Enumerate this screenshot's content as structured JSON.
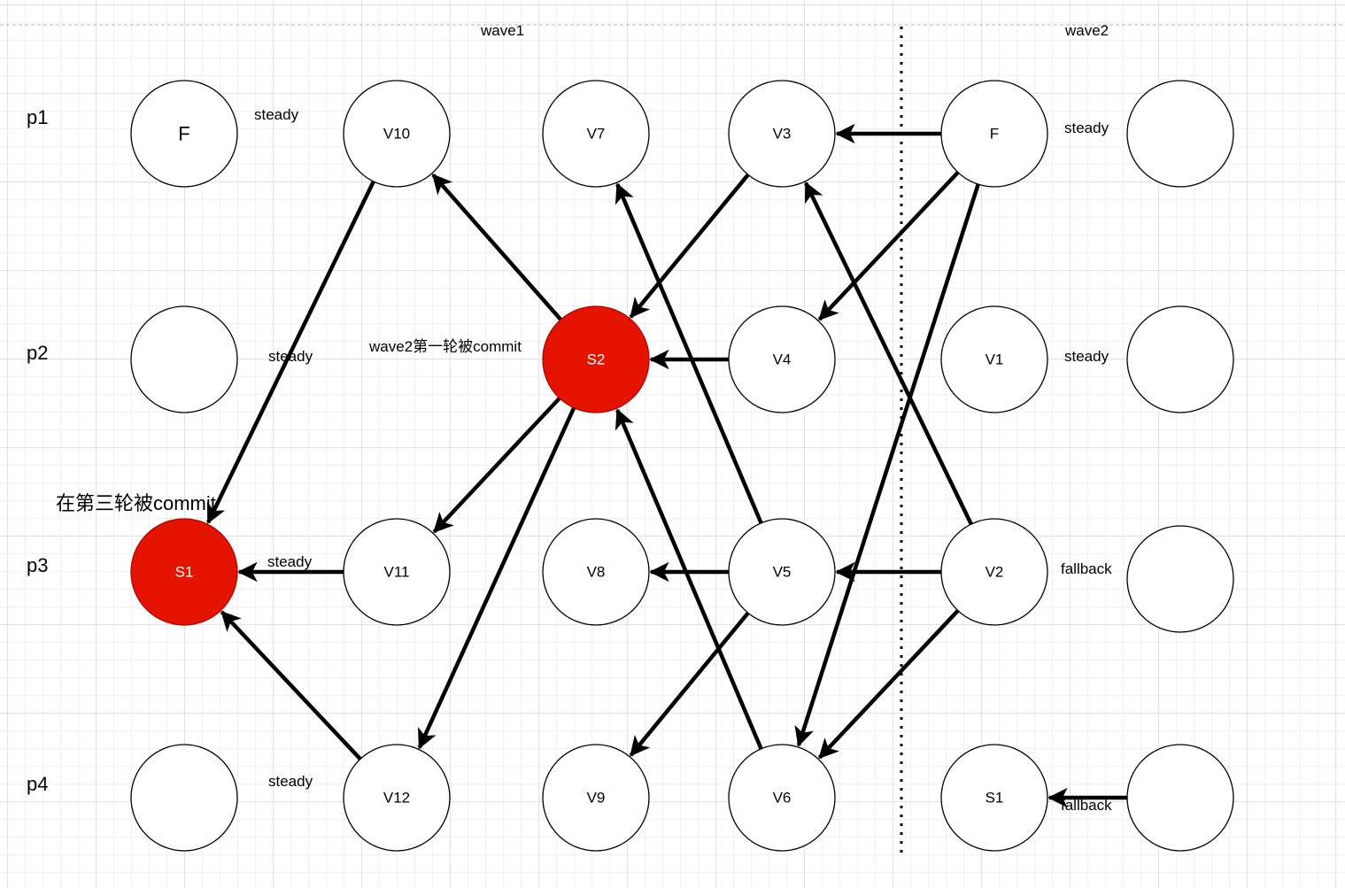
{
  "rows": [
    "p1",
    "p2",
    "p3",
    "p4"
  ],
  "waves": [
    "wave1",
    "wave2"
  ],
  "nodes": [
    {
      "id": "n0_0",
      "label": "F",
      "fill": "#ffffff"
    },
    {
      "id": "n0_1",
      "label": "",
      "fill": "#ffffff"
    },
    {
      "id": "n0_2",
      "label": "S1",
      "fill": "#e51400"
    },
    {
      "id": "n0_3",
      "label": "",
      "fill": "#ffffff"
    },
    {
      "id": "n1_0",
      "label": "V10",
      "fill": "#ffffff"
    },
    {
      "id": "n1_2",
      "label": "V11",
      "fill": "#ffffff"
    },
    {
      "id": "n1_3",
      "label": "V12",
      "fill": "#ffffff"
    },
    {
      "id": "n2_0",
      "label": "V7",
      "fill": "#ffffff"
    },
    {
      "id": "n2_1",
      "label": "S2",
      "fill": "#e51400"
    },
    {
      "id": "n2_2",
      "label": "V8",
      "fill": "#ffffff"
    },
    {
      "id": "n2_3",
      "label": "V9",
      "fill": "#ffffff"
    },
    {
      "id": "n3_0",
      "label": "V3",
      "fill": "#ffffff"
    },
    {
      "id": "n3_1",
      "label": "V4",
      "fill": "#ffffff"
    },
    {
      "id": "n3_2",
      "label": "V5",
      "fill": "#ffffff"
    },
    {
      "id": "n3_3",
      "label": "V6",
      "fill": "#ffffff"
    },
    {
      "id": "n4_0",
      "label": "F",
      "fill": "#ffffff"
    },
    {
      "id": "n4_1",
      "label": "V1",
      "fill": "#ffffff"
    },
    {
      "id": "n4_2",
      "label": "V2",
      "fill": "#ffffff"
    },
    {
      "id": "n4_3",
      "label": "S1",
      "fill": "#ffffff"
    },
    {
      "id": "n5_0",
      "label": "",
      "fill": "#ffffff"
    },
    {
      "id": "n5_1",
      "label": "",
      "fill": "#ffffff"
    },
    {
      "id": "n5_2",
      "label": "",
      "fill": "#ffffff"
    },
    {
      "id": "n5_3",
      "label": "",
      "fill": "#ffffff"
    }
  ],
  "edges": [
    {
      "from": "n1_0",
      "to": "n0_2"
    },
    {
      "from": "n1_2",
      "to": "n0_2"
    },
    {
      "from": "n1_3",
      "to": "n0_2"
    },
    {
      "from": "n2_1",
      "to": "n1_0"
    },
    {
      "from": "n2_1",
      "to": "n1_2"
    },
    {
      "from": "n2_1",
      "to": "n1_3"
    },
    {
      "from": "n3_0",
      "to": "n2_1"
    },
    {
      "from": "n3_1",
      "to": "n2_1"
    },
    {
      "from": "n3_3",
      "to": "n2_1"
    },
    {
      "from": "n3_2",
      "to": "n2_0"
    },
    {
      "from": "n3_2",
      "to": "n2_2"
    },
    {
      "from": "n3_2",
      "to": "n2_3"
    },
    {
      "from": "n4_0",
      "to": "n3_0"
    },
    {
      "from": "n4_0",
      "to": "n3_1"
    },
    {
      "from": "n4_0",
      "to": "n3_3"
    },
    {
      "from": "n4_2",
      "to": "n3_0"
    },
    {
      "from": "n4_2",
      "to": "n3_2"
    },
    {
      "from": "n4_2",
      "to": "n3_3"
    },
    {
      "from": "n5_3",
      "to": "n4_3"
    }
  ],
  "annotations": {
    "steady_p1_a": "steady",
    "steady_p2_a": "steady",
    "steady_p3_a": "steady",
    "steady_p4_a": "steady",
    "steady_p1_b": "steady",
    "steady_p2_b": "steady",
    "fallback_p3": "fallback",
    "fallback_p4": "fallback",
    "s2_commit_note": "wave2第一轮被commit",
    "s1_commit_note": "在第三轮被commit"
  }
}
